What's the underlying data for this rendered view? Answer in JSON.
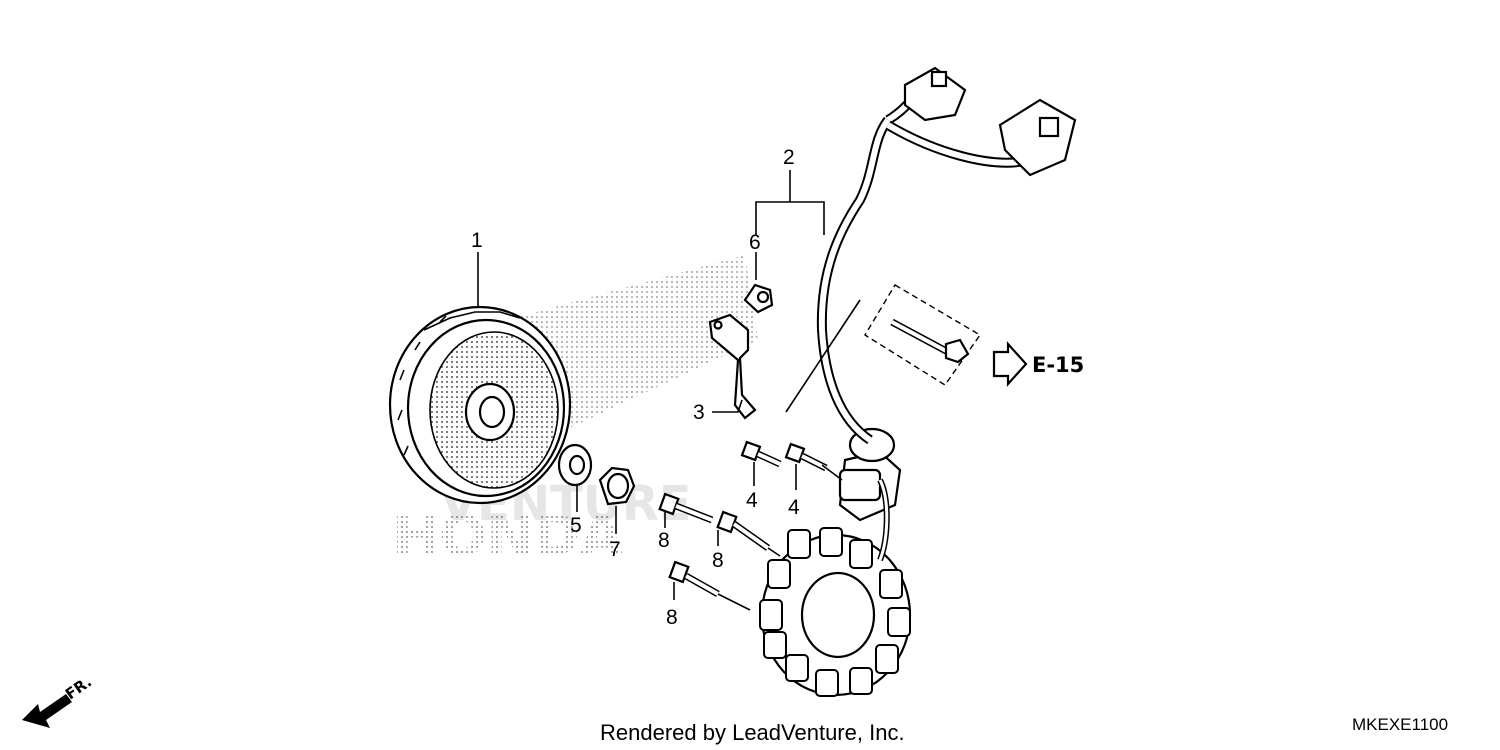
{
  "callouts": {
    "c1": "1",
    "c2": "2",
    "c3": "3",
    "c4a": "4",
    "c4b": "4",
    "c5": "5",
    "c6": "6",
    "c7": "7",
    "c8a": "8",
    "c8b": "8",
    "c8c": "8"
  },
  "reference": {
    "label": "E-15"
  },
  "direction": {
    "label": "FR."
  },
  "footer": {
    "credit": "Rendered by LeadVenture, Inc.",
    "code": "MKEXE1100"
  },
  "watermark": {
    "brand": "HONDA",
    "venture": "VENTURE"
  },
  "colors": {
    "ink": "#000000",
    "watermark": "#e6e6e6"
  }
}
